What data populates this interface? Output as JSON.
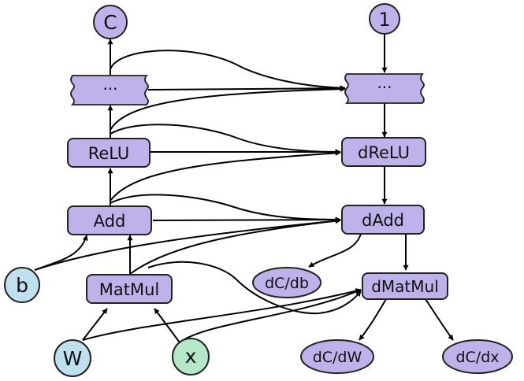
{
  "colors": {
    "op_fill": "#bfb2ea",
    "input_fill": "#bfe0ee",
    "x_fill": "#b4e8c8",
    "stroke": "#222222",
    "edge": "#000000"
  },
  "nodes": {
    "C": "C",
    "one": "1",
    "ellipsis_fwd": "···",
    "ellipsis_bwd": "···",
    "relu": "ReLU",
    "drelu": "dReLU",
    "add": "Add",
    "dadd": "dAdd",
    "b": "b",
    "matmul": "MatMul",
    "dmatmul": "dMatMul",
    "dcdb": "dC/db",
    "W": "W",
    "x": "x",
    "dcdw": "dC/dW",
    "dcdx": "dC/dx"
  }
}
